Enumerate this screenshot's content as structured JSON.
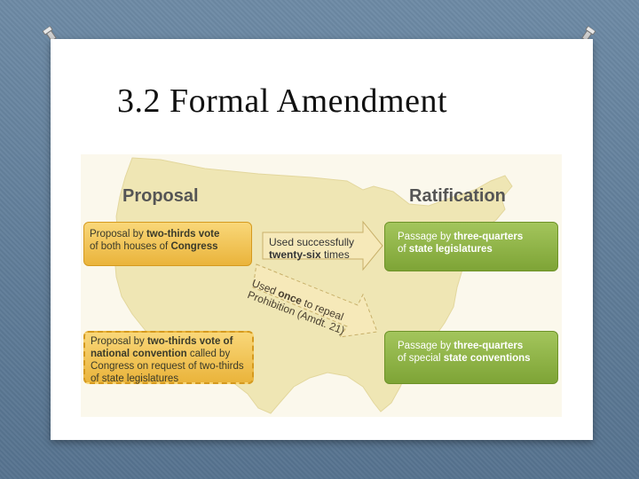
{
  "slide": {
    "title": "3.2 Formal Amendment"
  },
  "diagram": {
    "proposal_heading": "Proposal",
    "ratification_heading": "Ratification",
    "proposal_1": {
      "t1": "Proposal by ",
      "b1": "two-thirds vote",
      "t2": "of both houses of ",
      "b2": "Congress"
    },
    "proposal_2": {
      "t1": "Proposal by ",
      "b1": "two-thirds vote of",
      "b2": "national convention",
      "t2": " called by Congress on request of two-thirds of state legislatures"
    },
    "ratification_1": {
      "t1": "Passage by ",
      "b1": "three-quarters",
      "t2": "of ",
      "b2": "state legislatures"
    },
    "ratification_2": {
      "t1": "Passage by ",
      "b1": "three-quarters",
      "t2": "of special ",
      "b2": "state conventions"
    },
    "arrow_1": {
      "line1": "Used successfully",
      "line2_bold": "twenty-six",
      "line2_rest": " times"
    },
    "arrow_2": {
      "l1a": "Used ",
      "l1b": "once",
      "l1c": " to repeal",
      "l2": "Prohibition (Amdt. 21)"
    },
    "colors": {
      "proposal_box": "#eab43b",
      "ratification_box": "#7ea436",
      "map": "#efe6b4"
    }
  }
}
